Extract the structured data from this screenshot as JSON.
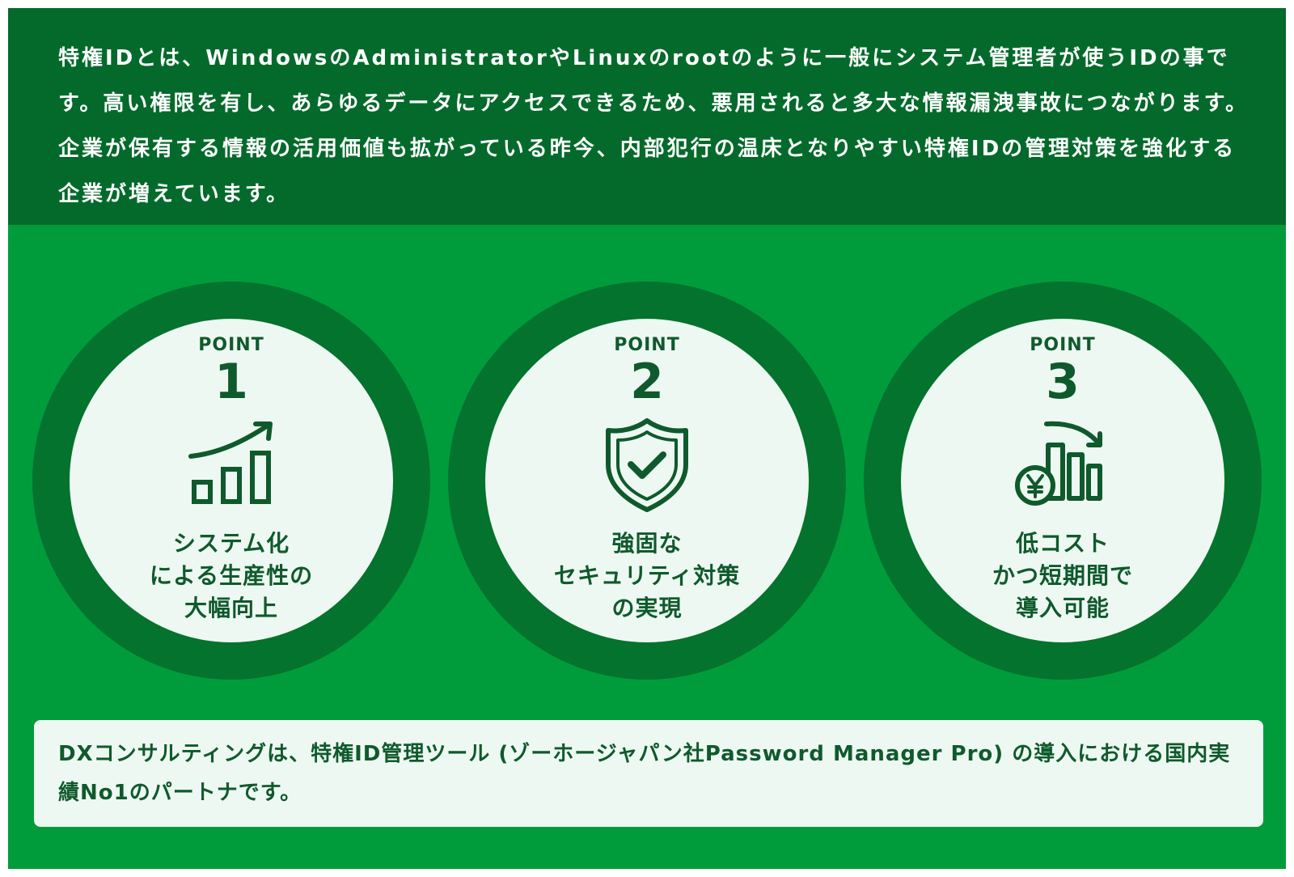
{
  "intro": {
    "text": "特権IDとは、WindowsのAdministratorやLinuxのrootのように一般にシステム管理者が使うIDの事です。高い権限を有し、あらゆるデータにアクセスできるため、悪用されると多大な情報漏洩事故につながります。企業が保有する情報の活用価値も拡がっている昨今、内部犯行の温床となりやすい特権IDの管理対策を強化する企業が増えています。"
  },
  "points": [
    {
      "label": "POINT",
      "number": "1",
      "icon": "growth-chart-icon",
      "lines": [
        "システム化",
        "による生産性の",
        "大幅向上"
      ]
    },
    {
      "label": "POINT",
      "number": "2",
      "icon": "shield-check-icon",
      "lines": [
        "強固な",
        "セキュリティ対策",
        "の実現"
      ]
    },
    {
      "label": "POINT",
      "number": "3",
      "icon": "yen-cost-down-icon",
      "lines": [
        "低コスト",
        "かつ短期間で",
        "導入可能"
      ]
    }
  ],
  "footer": {
    "text": "DXコンサルティングは、特権ID管理ツール (ゾーホージャパン社Password Manager Pro) の導入における国内実績No1のパートナです。"
  },
  "colors": {
    "top_panel": "#046a2b",
    "background": "#009c3b",
    "ring": "#03732d",
    "disc": "#eef8f2",
    "text_dark": "#0f5a2c"
  }
}
